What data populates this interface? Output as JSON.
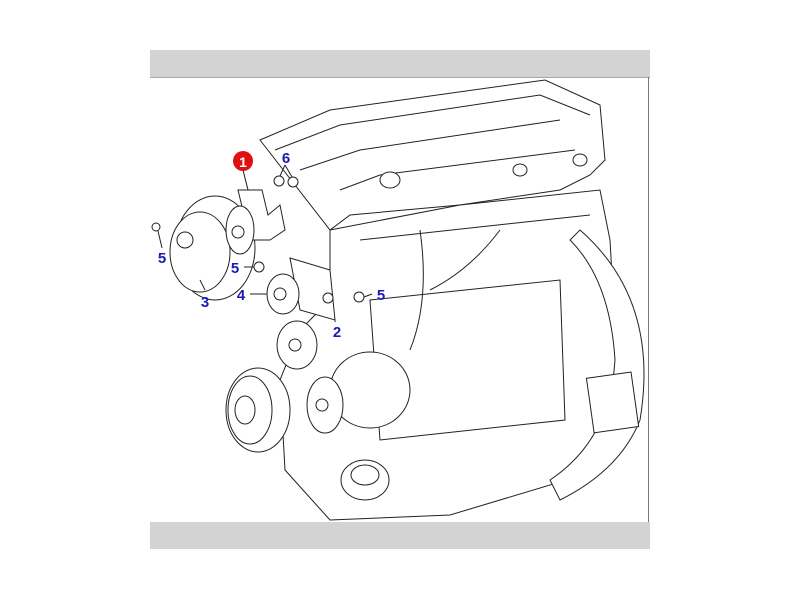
{
  "diagram": {
    "callouts": [
      {
        "id": "1",
        "highlighted": true
      },
      {
        "id": "6"
      },
      {
        "id": "5"
      },
      {
        "id": "3"
      },
      {
        "id": "5"
      },
      {
        "id": "4"
      },
      {
        "id": "5"
      },
      {
        "id": "2"
      }
    ],
    "colors": {
      "callout_text": "#1a1ab4",
      "highlight": "#e01010",
      "bar": "#d3d3d3"
    }
  }
}
